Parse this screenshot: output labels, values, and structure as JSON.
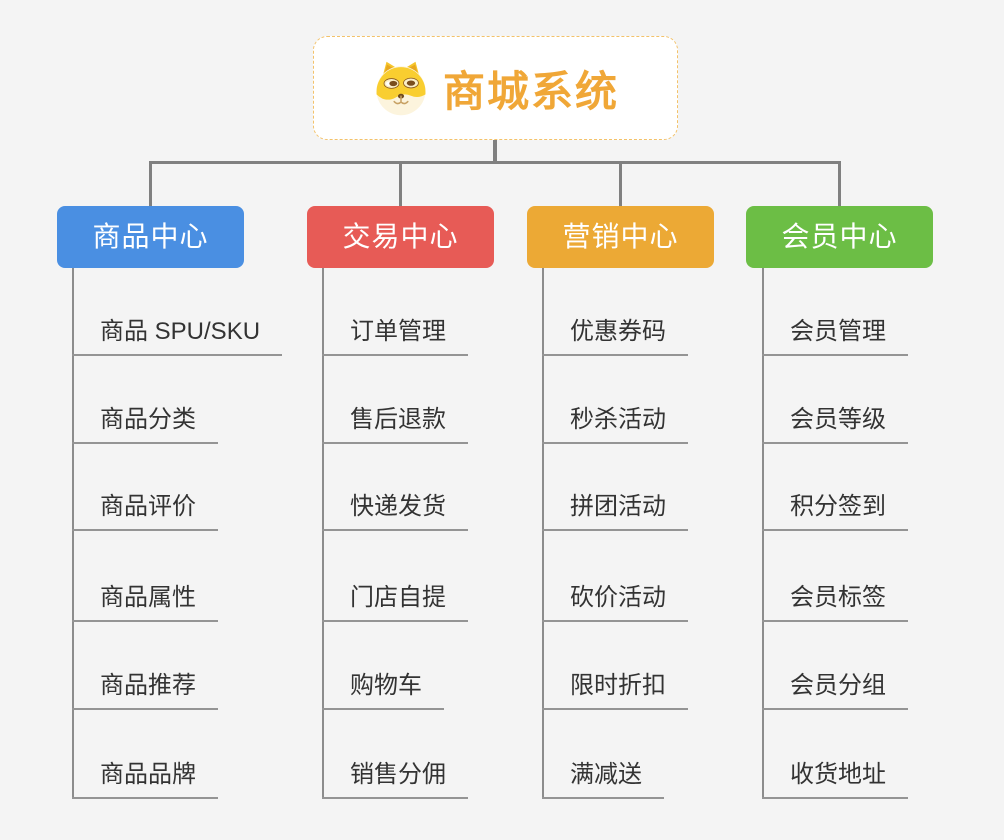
{
  "root": {
    "title": "商城系统",
    "icon": "doge-icon"
  },
  "branches": [
    {
      "label": "商品中心",
      "color": "#4a8fe2",
      "items": [
        "商品 SPU/SKU",
        "商品分类",
        "商品评价",
        "商品属性",
        "商品推荐",
        "商品品牌"
      ]
    },
    {
      "label": "交易中心",
      "color": "#e75b56",
      "items": [
        "订单管理",
        "售后退款",
        "快递发货",
        "门店自提",
        "购物车",
        "销售分佣"
      ]
    },
    {
      "label": "营销中心",
      "color": "#eca935",
      "items": [
        "优惠券码",
        "秒杀活动",
        "拼团活动",
        "砍价活动",
        "限时折扣",
        "满减送"
      ]
    },
    {
      "label": "会员中心",
      "color": "#6cbe45",
      "items": [
        "会员管理",
        "会员等级",
        "积分签到",
        "会员标签",
        "会员分组",
        "收货地址"
      ]
    }
  ],
  "colors": {
    "background": "#f4f4f4",
    "connector": "#808080",
    "leaf_underline": "#949494",
    "leaf_text": "#333333",
    "root_border": "#f3c26a",
    "root_text": "#f0a737",
    "root_background": "#ffffff"
  }
}
